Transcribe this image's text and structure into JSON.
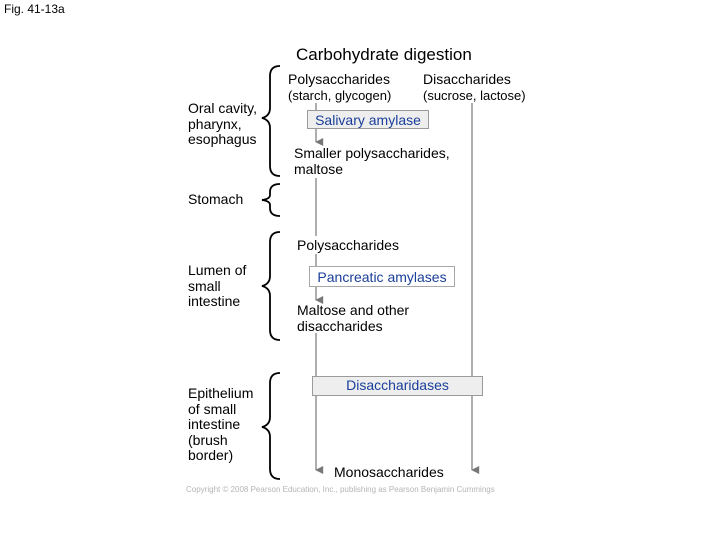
{
  "figure_label": "Fig. 41-13a",
  "title": "Carbohydrate digestion",
  "columns": {
    "left": {
      "name": "Polysaccharides",
      "detail": "(starch, glycogen)"
    },
    "right": {
      "name": "Disaccharides",
      "detail": "(sucrose, lactose)"
    }
  },
  "regions": [
    {
      "lines": [
        "Oral cavity,",
        "pharynx,",
        "esophagus"
      ]
    },
    {
      "lines": [
        "Stomach"
      ]
    },
    {
      "lines": [
        "Lumen of",
        "small",
        "intestine"
      ]
    },
    {
      "lines": [
        "Epithelium",
        "of small",
        "intestine",
        "(brush",
        "border)"
      ]
    }
  ],
  "enzymes": {
    "salivary": "Salivary amylase",
    "pancreatic": "Pancreatic amylases",
    "brush_border": "Disaccharidases"
  },
  "products": {
    "oral": [
      "Smaller polysaccharides,",
      "maltose"
    ],
    "lumen_start": "Polysaccharides",
    "lumen": [
      "Maltose and other",
      "disaccharides"
    ],
    "final": "Monosaccharides"
  },
  "copyright": "Copyright © 2008 Pearson Education, Inc., publishing as Pearson Benjamin Cummings",
  "colors": {
    "enzyme_text": "#1a3f9a",
    "line": "#8a8a8a",
    "box_fill": "#eeeeee"
  }
}
